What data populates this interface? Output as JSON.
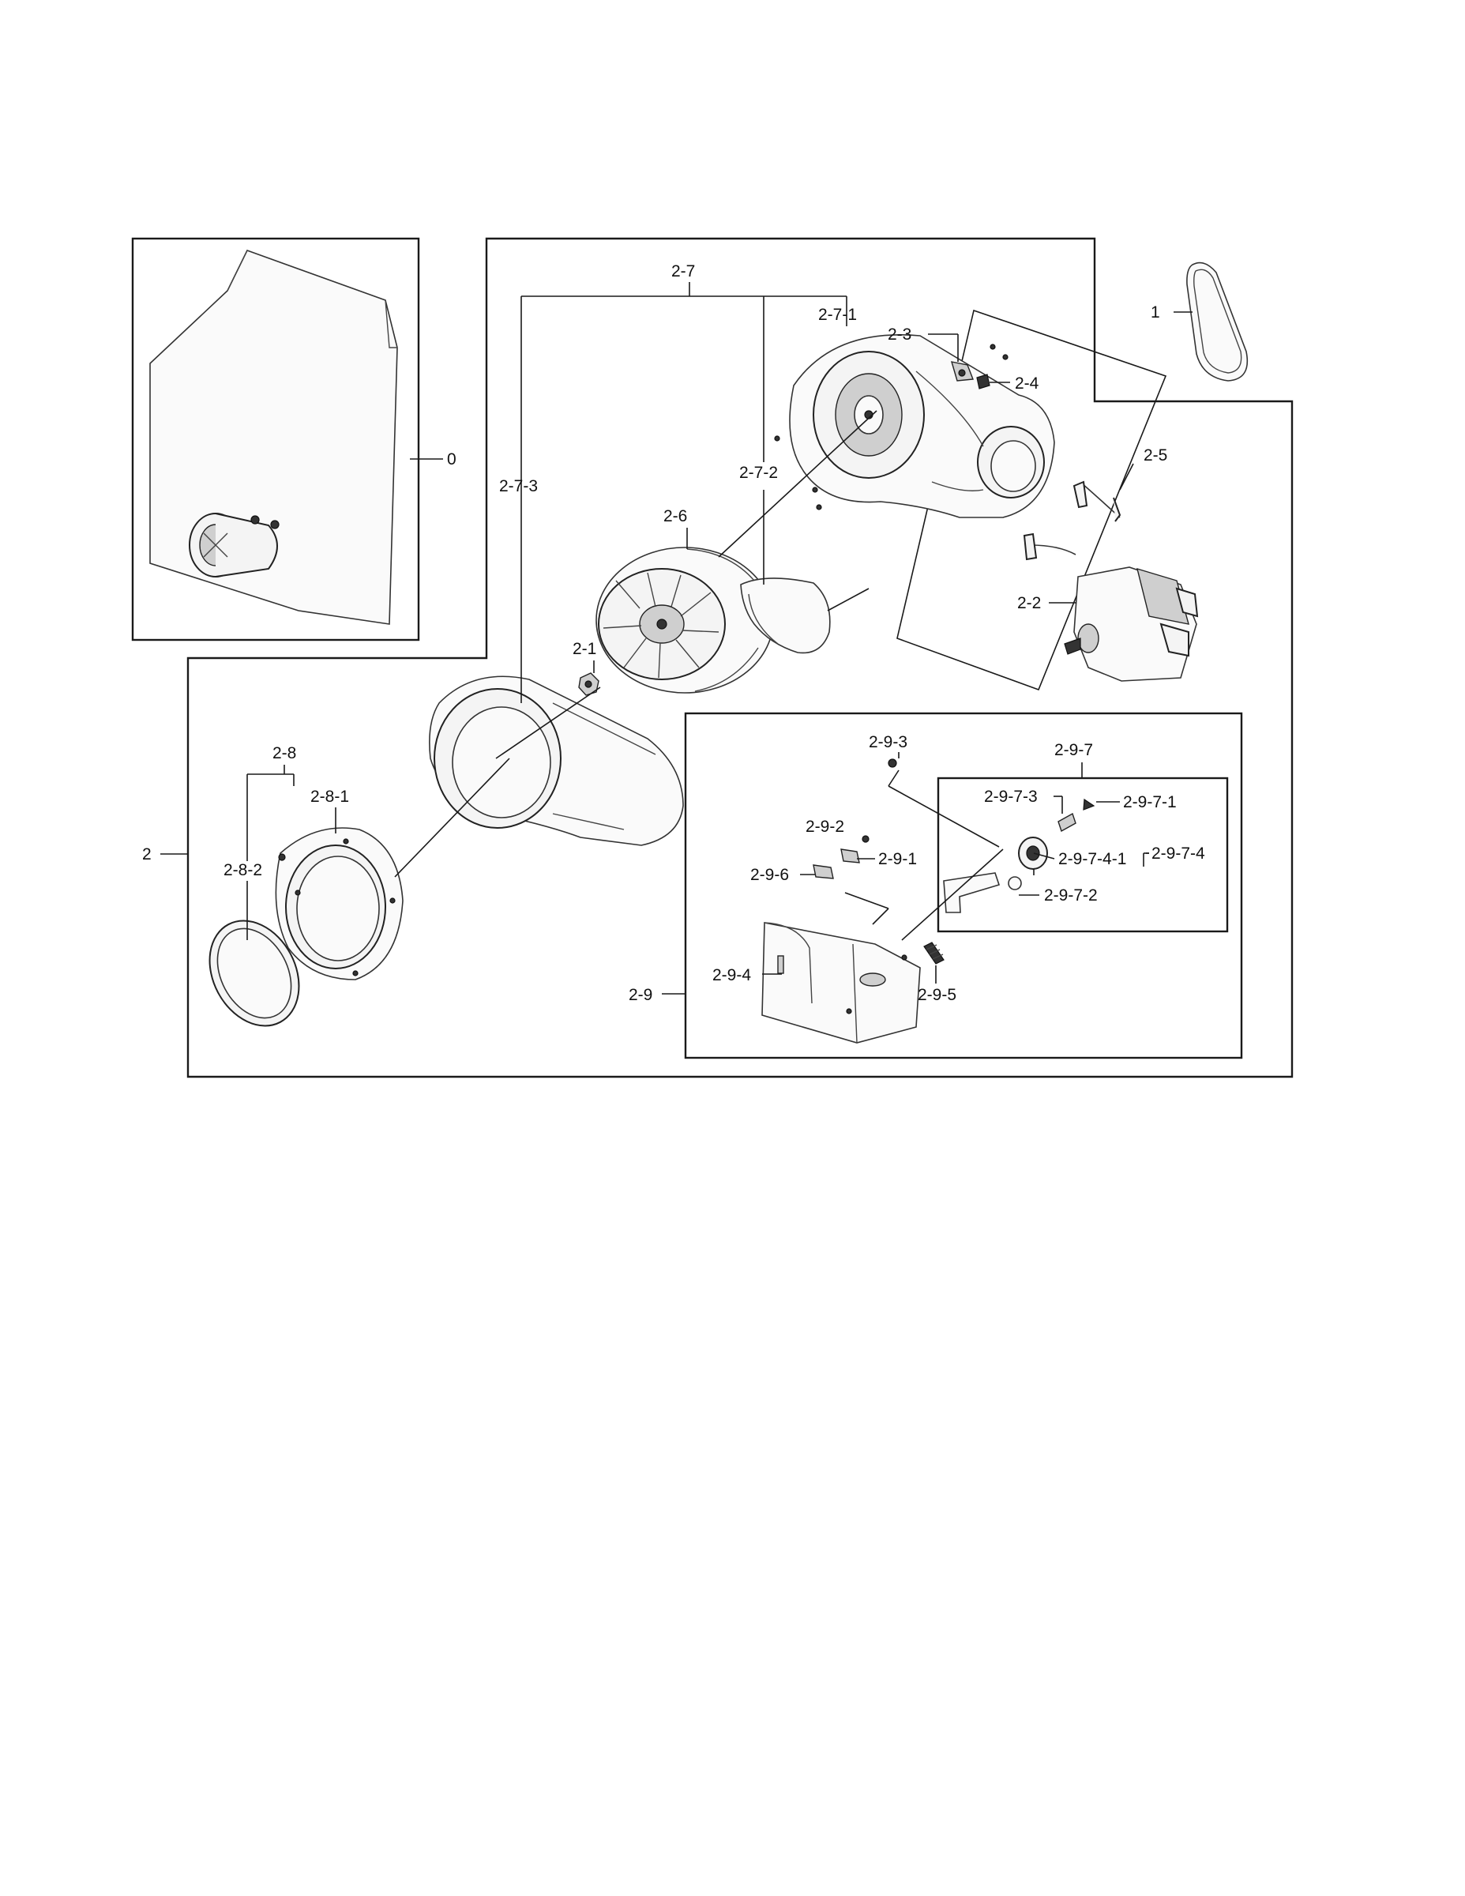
{
  "callouts": {
    "c0": "0",
    "c1": "1",
    "c2": "2",
    "c2_1": "2-1",
    "c2_2": "2-2",
    "c2_3": "2-3",
    "c2_4": "2-4",
    "c2_5": "2-5",
    "c2_6": "2-6",
    "c2_7": "2-7",
    "c2_7_1": "2-7-1",
    "c2_7_2": "2-7-2",
    "c2_7_3": "2-7-3",
    "c2_8": "2-8",
    "c2_8_1": "2-8-1",
    "c2_8_2": "2-8-2",
    "c2_9": "2-9",
    "c2_9_1": "2-9-1",
    "c2_9_2": "2-9-2",
    "c2_9_3": "2-9-3",
    "c2_9_4": "2-9-4",
    "c2_9_5": "2-9-5",
    "c2_9_6": "2-9-6",
    "c2_9_7": "2-9-7",
    "c2_9_7_1": "2-9-7-1",
    "c2_9_7_2": "2-9-7-2",
    "c2_9_7_3": "2-9-7-3",
    "c2_9_7_4": "2-9-7-4",
    "c2_9_7_4_1": "2-9-7-4-1"
  }
}
